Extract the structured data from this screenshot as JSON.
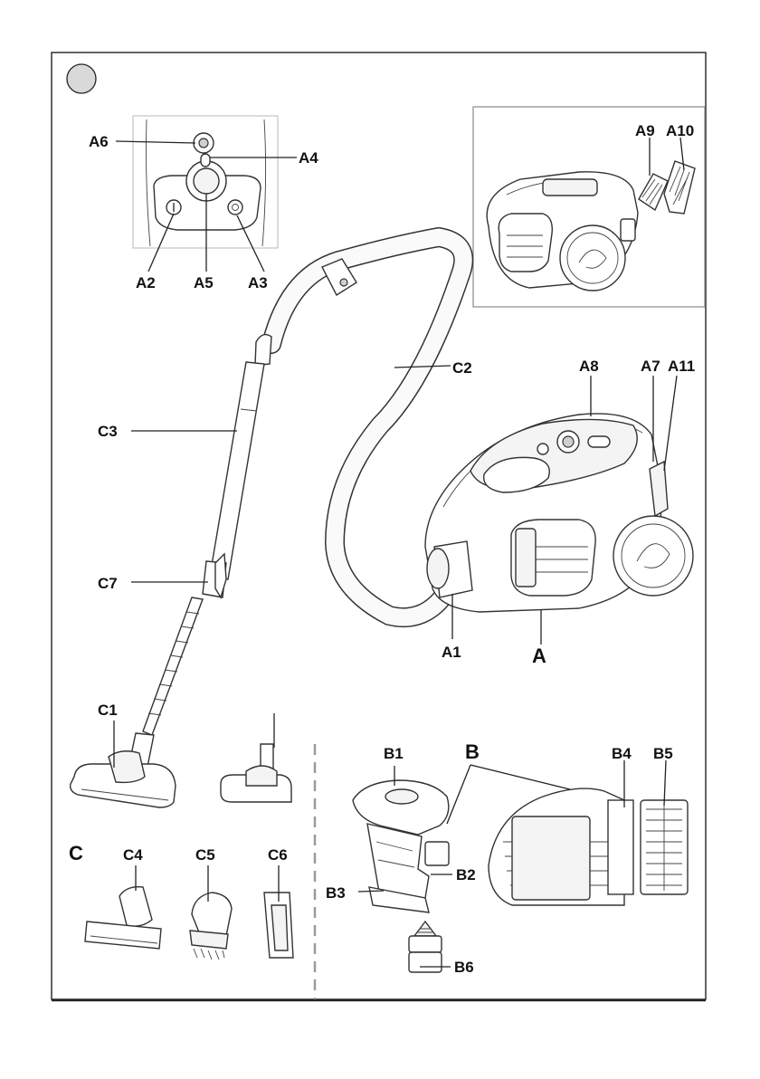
{
  "labels": {
    "A": "A",
    "A1": "A1",
    "A2": "A2",
    "A3": "A3",
    "A4": "A4",
    "A5": "A5",
    "A6": "A6",
    "A7": "A7",
    "A8": "A8",
    "A9": "A9",
    "A10": "A10",
    "A11": "A11",
    "B": "B",
    "B1": "B1",
    "B2": "B2",
    "B3": "B3",
    "B4": "B4",
    "B5": "B5",
    "B6": "B6",
    "C": "C",
    "C1": "C1",
    "C2": "C2",
    "C3": "C3",
    "C4": "C4",
    "C5": "C5",
    "C6": "C6",
    "C7": "C7"
  },
  "colors": {
    "frame": "#222222",
    "badge": "#d9d9d9",
    "divider": "#9a9a9a"
  },
  "icons": [
    "figure-number-badge"
  ]
}
